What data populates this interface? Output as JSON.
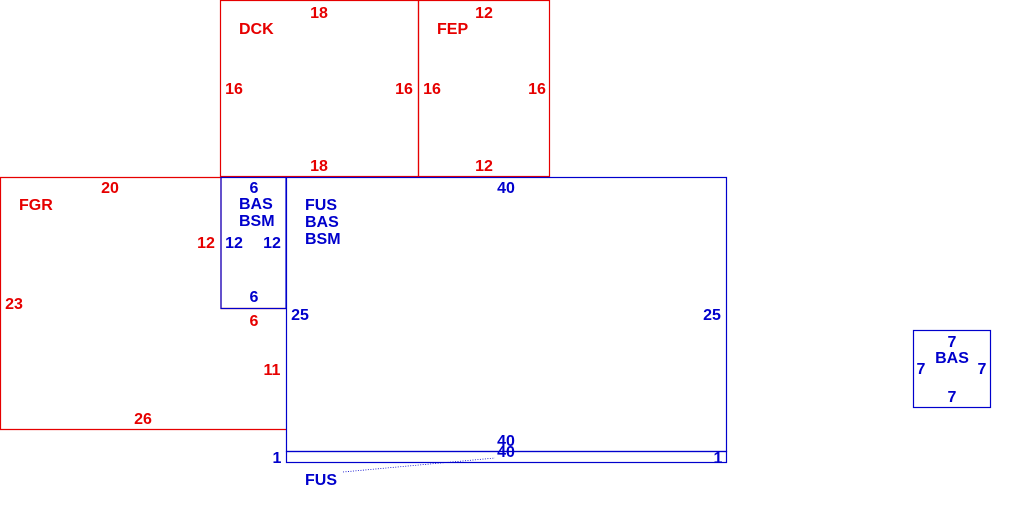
{
  "colors": {
    "outline_red": "#e60000",
    "outline_blue": "#0000cc",
    "background": "#ffffff"
  },
  "areas": {
    "dck": {
      "label": "DCK",
      "top": "18",
      "bottom": "18",
      "left": "16",
      "right": "16"
    },
    "fep": {
      "label": "FEP",
      "top": "12",
      "bottom": "12",
      "left": "16",
      "right": "16"
    },
    "fgr": {
      "label": "FGR",
      "top": "20",
      "bottom": "26",
      "left": "23",
      "inner_left": "12",
      "inner_bottom": "6",
      "inner_right": "11"
    },
    "bas_small": {
      "label1": "BAS",
      "label2": "BSM",
      "top": "6",
      "bottom": "6",
      "left": "12",
      "right": "12"
    },
    "fus_main": {
      "label1": "FUS",
      "label2": "BAS",
      "label3": "BSM",
      "top": "40",
      "bottom": "40",
      "left": "25",
      "right": "25"
    },
    "fus_strip": {
      "label": "FUS",
      "top": "40",
      "left": "1",
      "right": "1"
    },
    "bas_detached": {
      "label": "BAS",
      "top": "7",
      "bottom": "7",
      "left": "7",
      "right": "7"
    }
  }
}
